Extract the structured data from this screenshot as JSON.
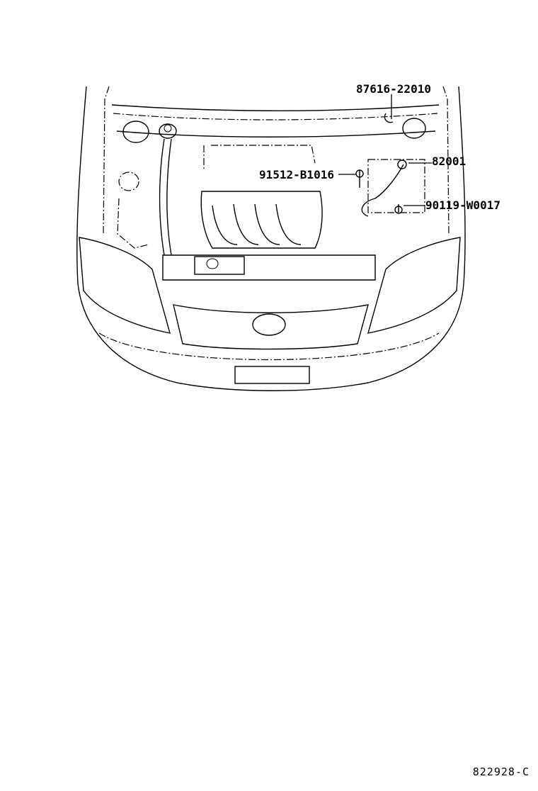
{
  "diagram": {
    "type": "parts-illustration",
    "subject": "engine compartment front view",
    "callouts": [
      {
        "id": "c1",
        "part_number": "87616-22010"
      },
      {
        "id": "c2",
        "part_number": "82001"
      },
      {
        "id": "c3",
        "part_number": "91512-B1016"
      },
      {
        "id": "c4",
        "part_number": "90119-W0017"
      }
    ],
    "figure_id": "822928-C"
  }
}
